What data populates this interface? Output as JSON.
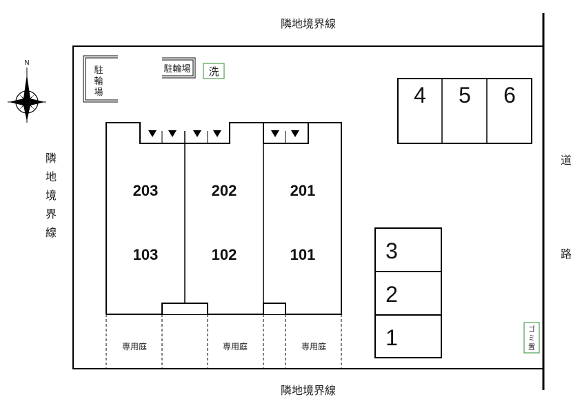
{
  "labels": {
    "boundary_top": "隣地境界線",
    "boundary_bottom": "隣地境界線",
    "boundary_left": [
      "隣",
      "地",
      "境",
      "界",
      "線"
    ],
    "road": [
      "道",
      "路"
    ],
    "north": "N",
    "bike_parking_vertical": [
      "駐",
      "輪",
      "場"
    ],
    "bike_parking": "駐輪場",
    "laundry": "洗",
    "garbage": [
      "ゴ",
      "ミ",
      "置"
    ],
    "private_garden": "専用庭"
  },
  "units_upper": [
    "203",
    "202",
    "201"
  ],
  "units_lower": [
    "103",
    "102",
    "101"
  ],
  "parking_top": [
    "4",
    "5",
    "6"
  ],
  "parking_side": [
    "3",
    "2",
    "1"
  ],
  "colors": {
    "line": "#000000",
    "green_border": "#2e8b2e"
  }
}
